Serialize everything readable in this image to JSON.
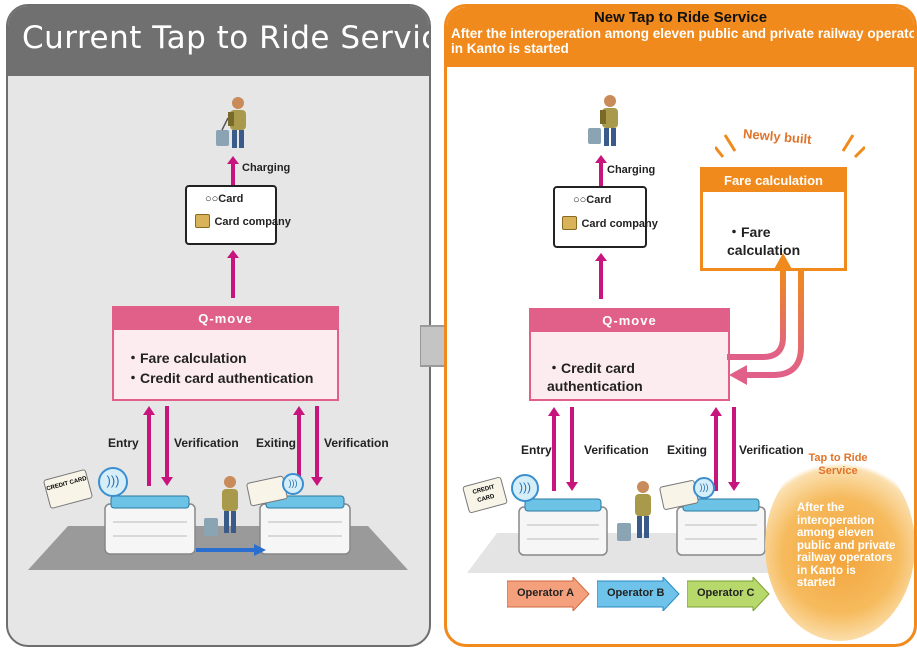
{
  "left": {
    "title": "Current Tap to Ride Service",
    "charging": "Charging",
    "card_line1": "○○Card",
    "card_line2": "Card company",
    "qmove_title": "Q-move",
    "qmove_items": [
      "・Fare calculation",
      "・Credit card authentication"
    ],
    "entry": "Entry",
    "verification1": "Verification",
    "exiting": "Exiting",
    "verification2": "Verification",
    "credit_card": "CREDIT CARD"
  },
  "right": {
    "title": "New Tap to Ride Service",
    "subtitle": "After the interoperation among eleven public and private railway operators in Kanto is started",
    "charging": "Charging",
    "card_line1": "○○Card",
    "card_line2": "Card company",
    "newly_built": "Newly built",
    "fare_system_title": "Fare calculation system",
    "fare_system_item": "・Fare calculation",
    "qmove_title": "Q-move",
    "qmove_item": "・Credit card authentication",
    "entry": "Entry",
    "verification1": "Verification",
    "exiting": "Exiting",
    "verification2": "Verification",
    "tap_to_ride": "Tap to Ride Service",
    "burst_text": "After the interoperation among eleven public and private railway operators in Kanto is started",
    "operators": [
      "Operator A",
      "Operator B",
      "Operator C"
    ],
    "credit_card": "CREDIT CARD"
  },
  "colors": {
    "left_header": "#707070",
    "right_accent": "#f08a1c",
    "qmove_pink": "#e0608a",
    "arrow_magenta": "#c8157e",
    "operator_a": "#f4a07c",
    "operator_b": "#6fc3ea",
    "operator_c": "#b7d86a"
  }
}
